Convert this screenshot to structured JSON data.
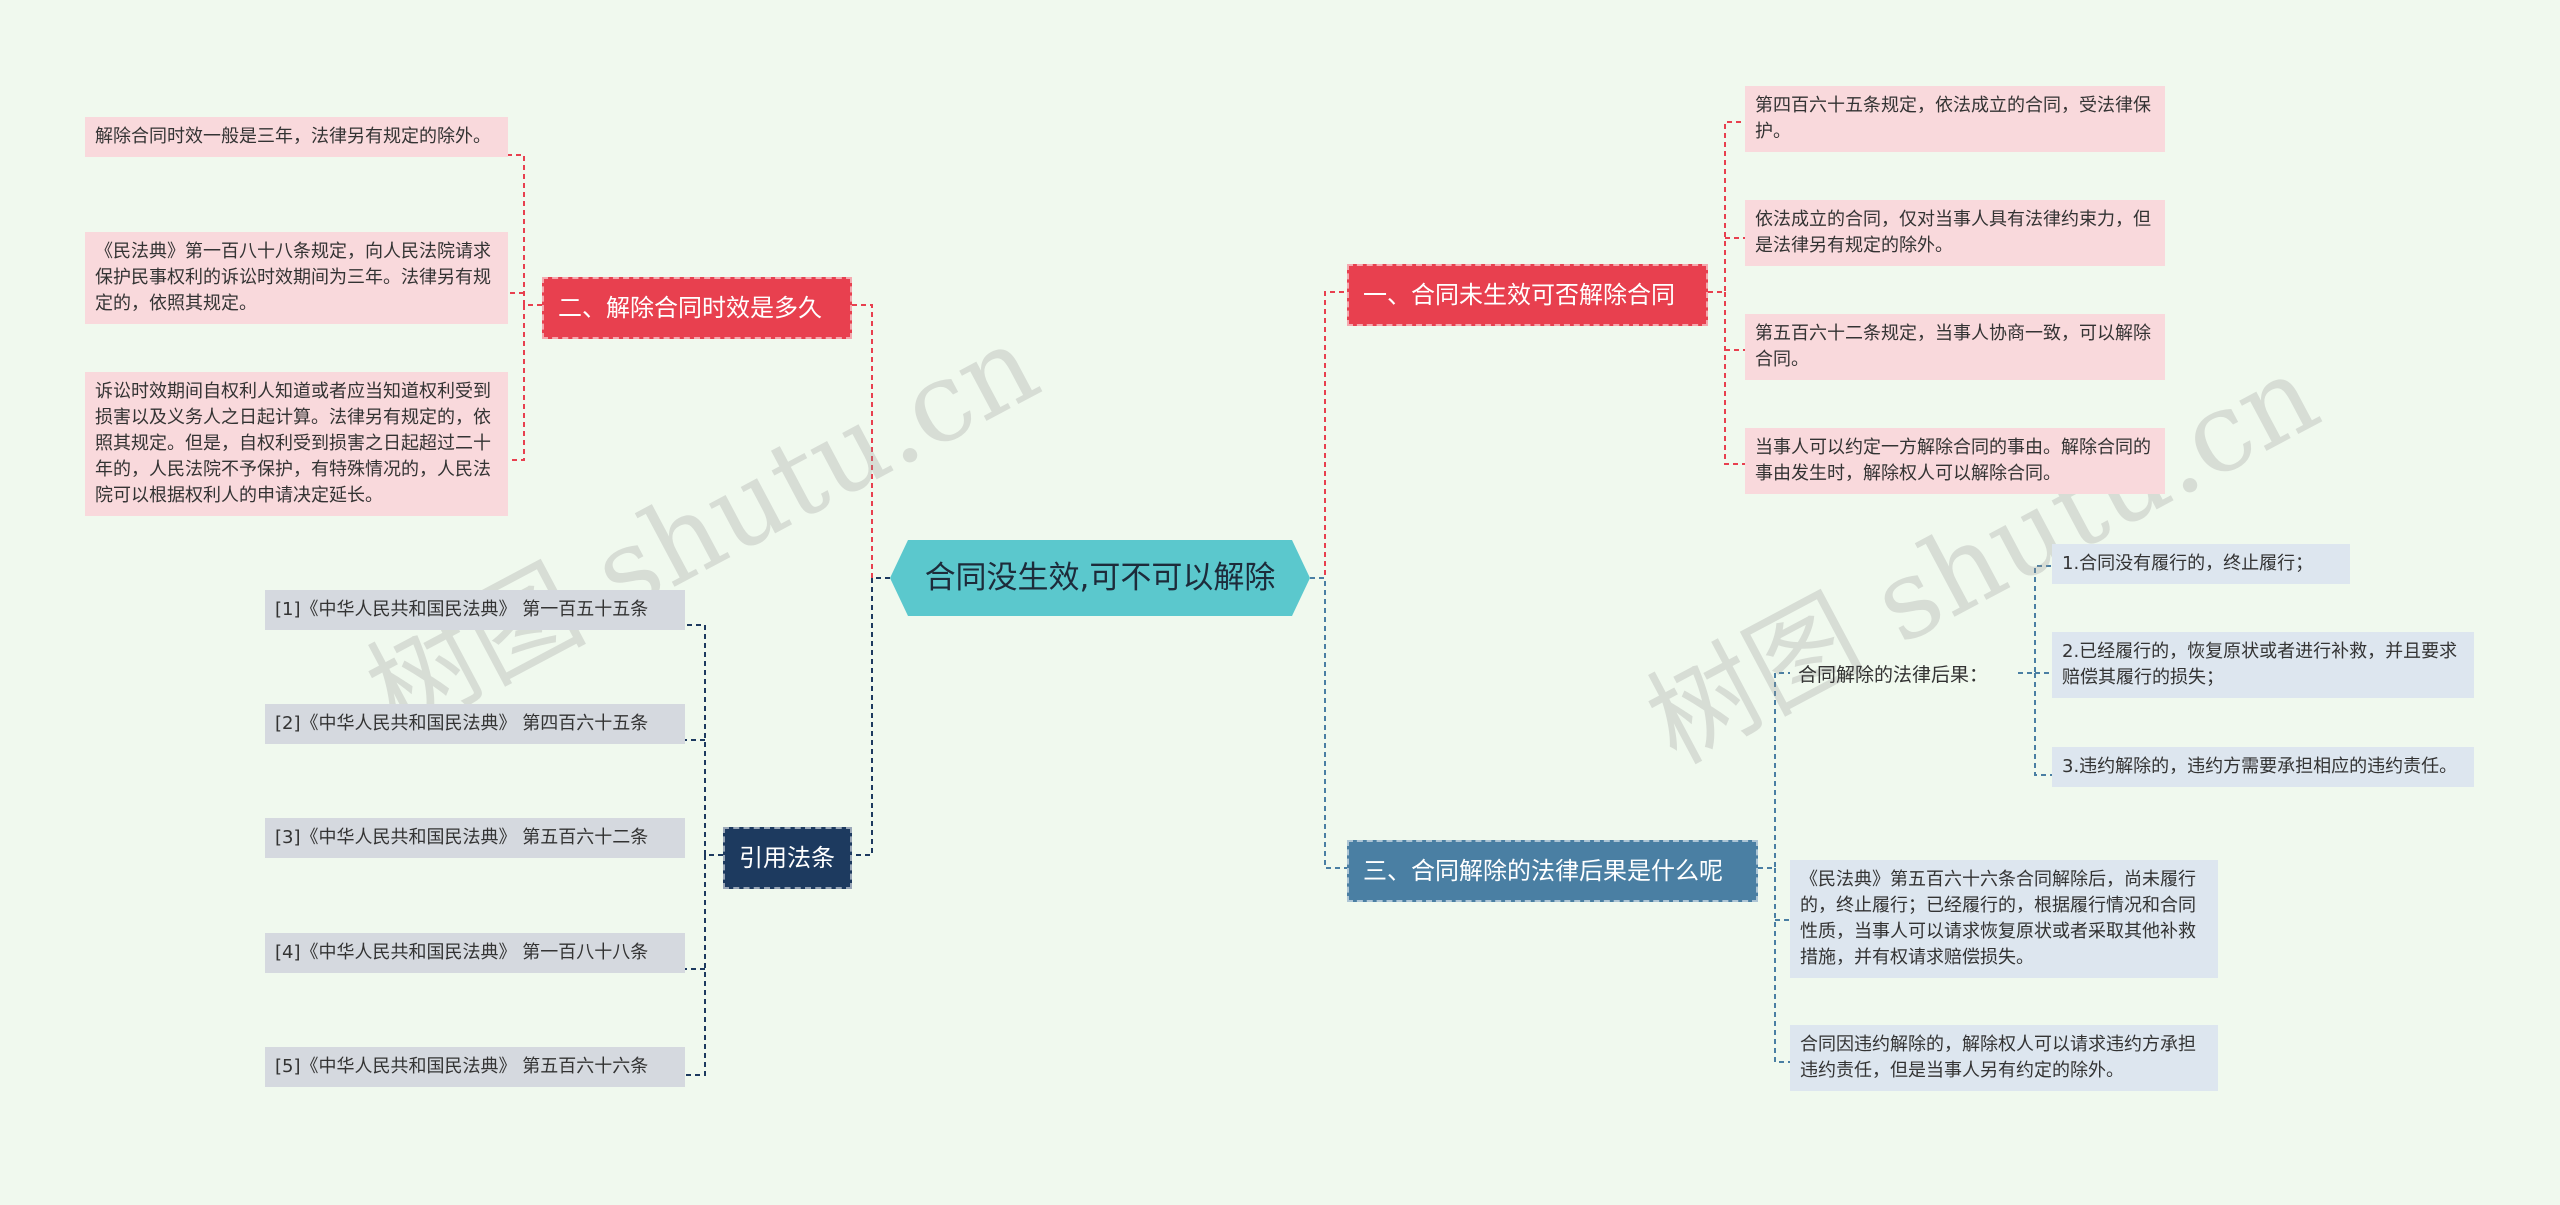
{
  "root": {
    "title": "合同没生效,可不可以解除"
  },
  "branches": {
    "b1": {
      "title": "一、合同未生效可否解除合同",
      "items": [
        "第四百六十五条规定，依法成立的合同，受法律保护。",
        "依法成立的合同，仅对当事人具有法律约束力，但是法律另有规定的除外。",
        "第五百六十二条规定，当事人协商一致，可以解除合同。",
        "当事人可以约定一方解除合同的事由。解除合同的事由发生时，解除权人可以解除合同。"
      ]
    },
    "b2": {
      "title": "二、解除合同时效是多久",
      "items": [
        "解除合同时效一般是三年，法律另有规定的除外。",
        "《民法典》第一百八十八条规定，向人民法院请求保护民事权利的诉讼时效期间为三年。法律另有规定的，依照其规定。",
        "诉讼时效期间自权利人知道或者应当知道权利受到损害以及义务人之日起计算。法律另有规定的，依照其规定。但是，自权利受到损害之日起超过二十年的，人民法院不予保护，有特殊情况的，人民法院可以根据权利人的申请决定延长。"
      ]
    },
    "b3": {
      "title": "三、合同解除的法律后果是什么呢",
      "sub_title": "合同解除的法律后果：",
      "sub_items": [
        "1.合同没有履行的，终止履行；",
        "2.已经履行的，恢复原状或者进行补救，并且要求赔偿其履行的损失；",
        "3.违约解除的，违约方需要承担相应的违约责任。"
      ],
      "items": [
        "《民法典》第五百六十六条合同解除后，尚未履行的，终止履行；已经履行的，根据履行情况和合同性质，当事人可以请求恢复原状或者采取其他补救措施，并有权请求赔偿损失。",
        "合同因违约解除的，解除权人可以请求违约方承担违约责任，但是当事人另有约定的除外。"
      ]
    },
    "b4": {
      "title": "引用法条",
      "items": [
        "[1]《中华人民共和国民法典》 第一百五十五条",
        "[2]《中华人民共和国民法典》 第四百六十五条",
        "[3]《中华人民共和国民法典》 第五百六十二条",
        "[4]《中华人民共和国民法典》 第一百八十八条",
        "[5]《中华人民共和国民法典》 第五百六十六条"
      ]
    }
  },
  "watermarks": [
    "树图 shutu.cn",
    "树图 shutu.cn"
  ],
  "colors": {
    "background": "#f0f9ee",
    "root": "#5bc8cd",
    "branch_red": "#e8404f",
    "branch_steel": "#4a7fa3",
    "branch_navy": "#1d3a5f",
    "leaf_pink": "#f9d9dc",
    "leaf_grey": "#d5d9df",
    "leaf_blue": "#dde6ef"
  }
}
